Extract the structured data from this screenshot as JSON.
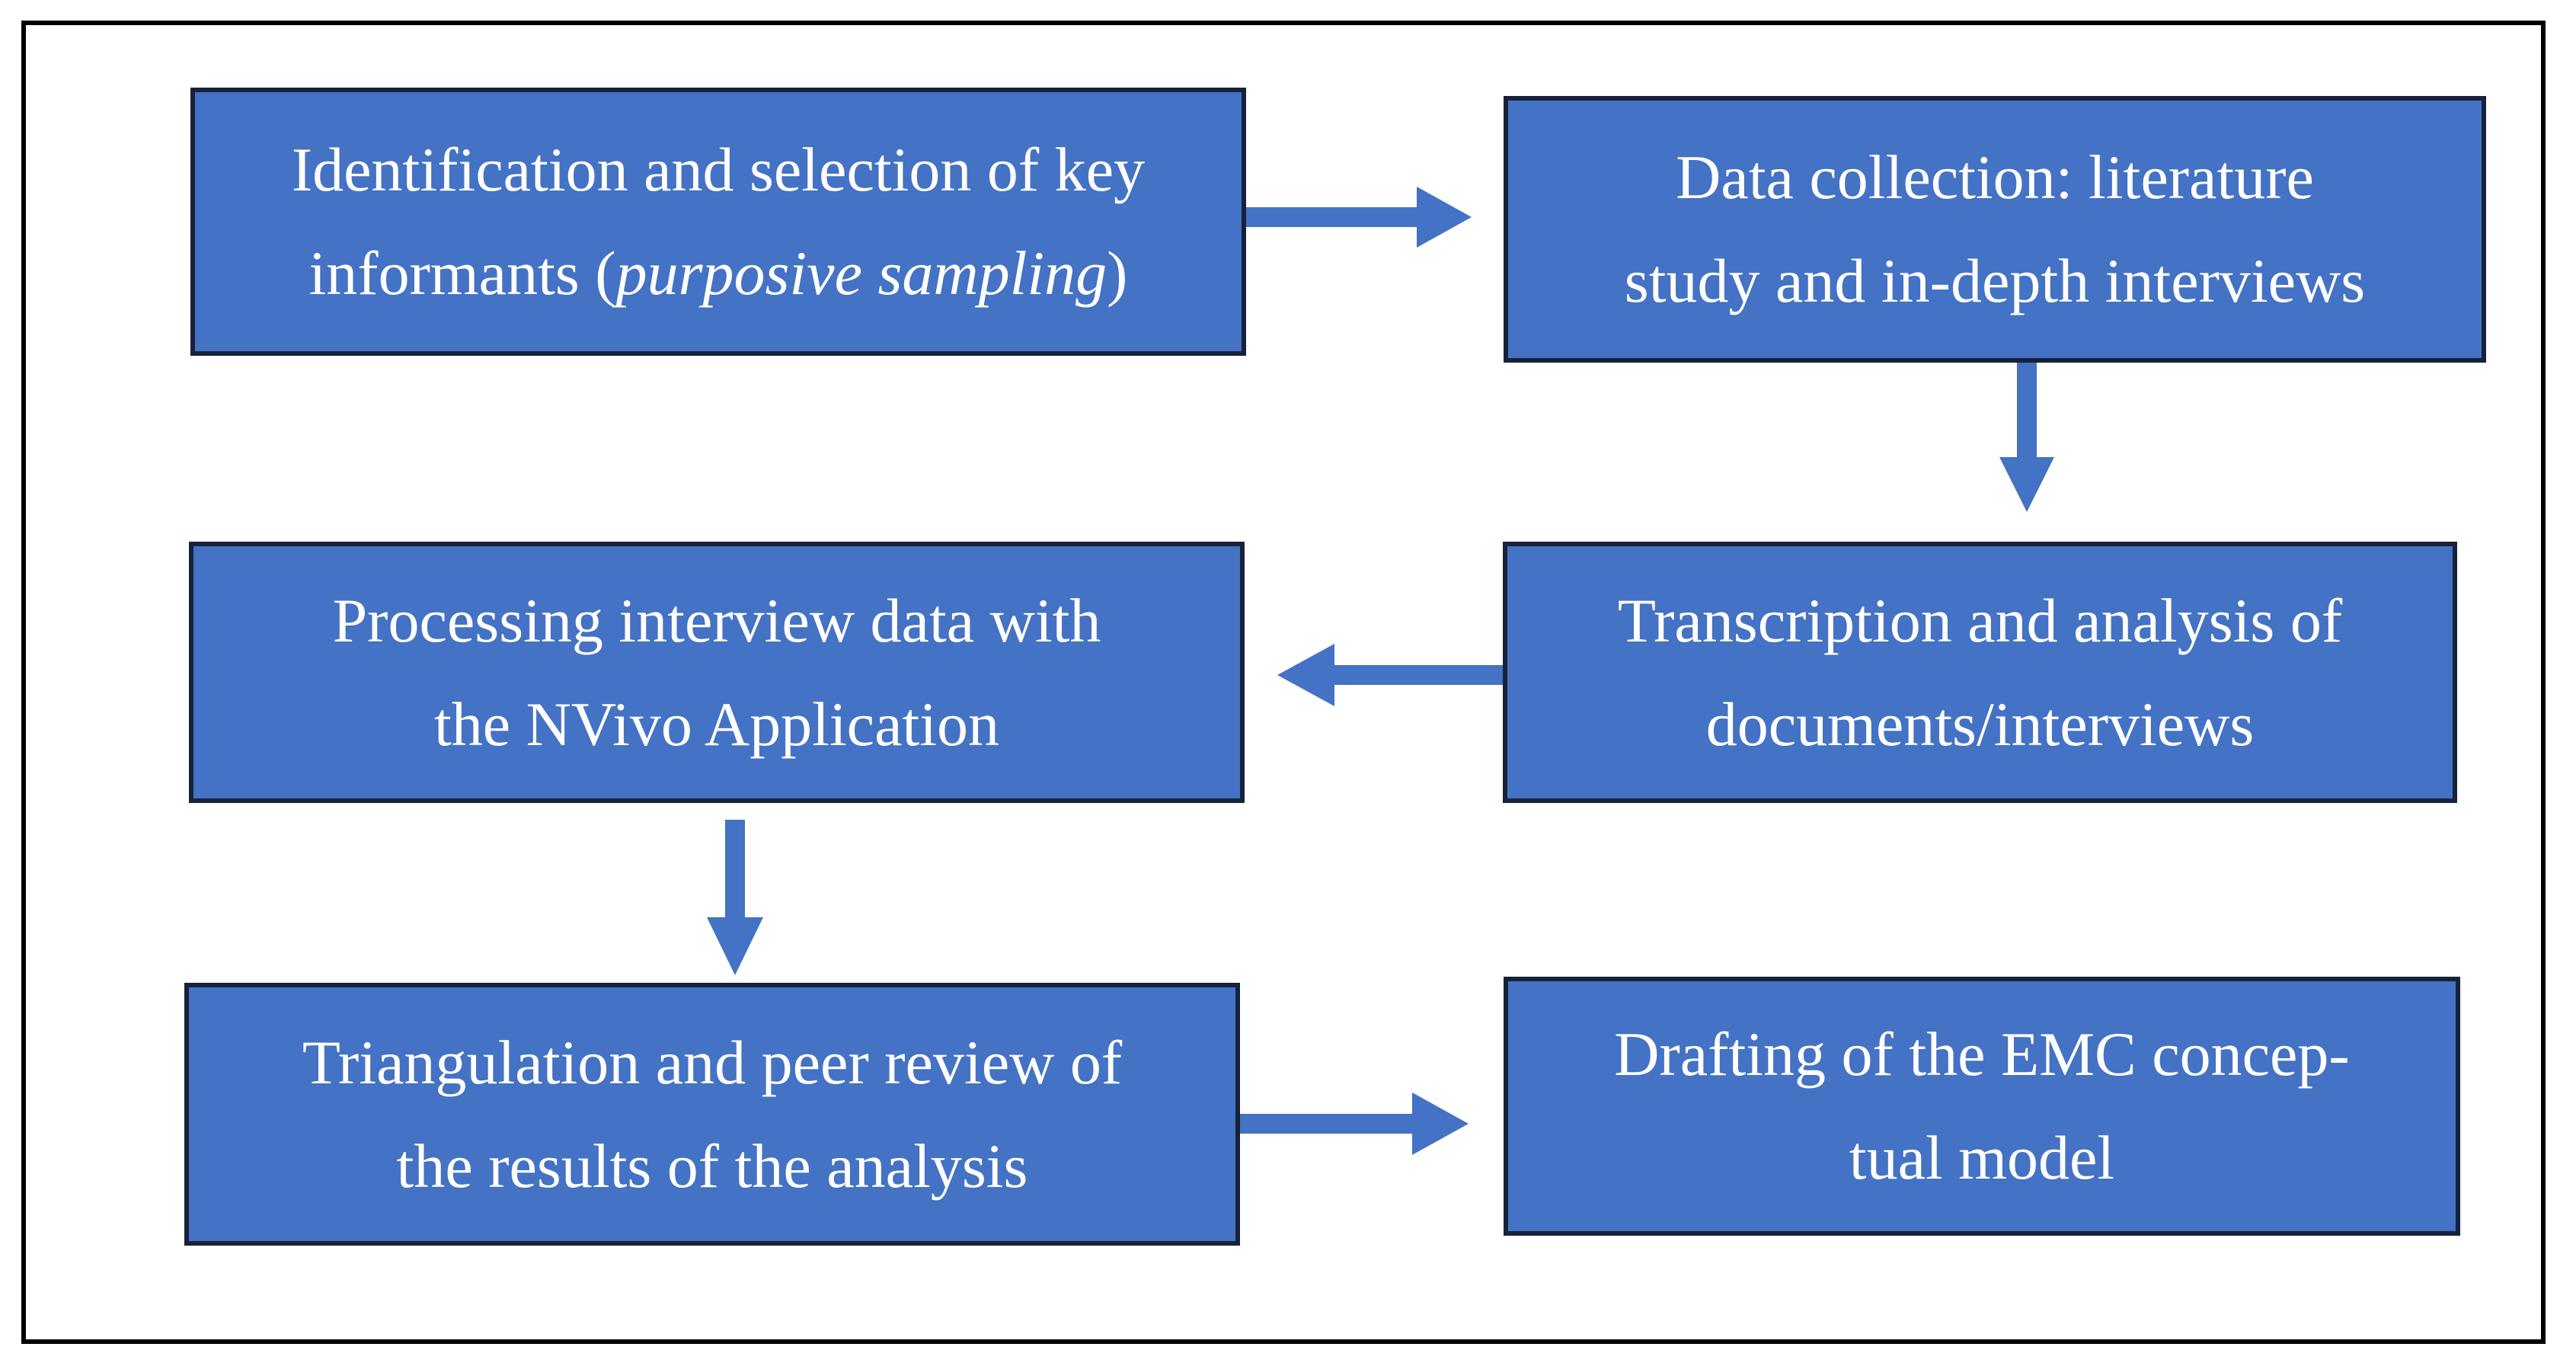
{
  "steps": [
    {
      "id": "identification",
      "line1": "Identification and selection of key",
      "line2_pre": "informants (",
      "line2_italic": "purposive sampling",
      "line2_post": ")"
    },
    {
      "id": "data-collection",
      "line1": "Data collection: literature",
      "line2": "study and in-depth interviews"
    },
    {
      "id": "transcription",
      "line1": "Transcription and analysis of",
      "line2": "documents/interviews"
    },
    {
      "id": "processing",
      "line1": "Processing interview data with",
      "line2": "the NVivo Application"
    },
    {
      "id": "triangulation",
      "line1": "Triangulation and peer review of",
      "line2": "the results of the analysis"
    },
    {
      "id": "drafting",
      "line1": "Drafting of the EMC concep-",
      "line2": "tual model"
    }
  ],
  "colors": {
    "box_fill": "#4472c4",
    "box_border": "#17223a",
    "arrow": "#4472c4",
    "frame": "#000000",
    "text": "#ffffff"
  }
}
